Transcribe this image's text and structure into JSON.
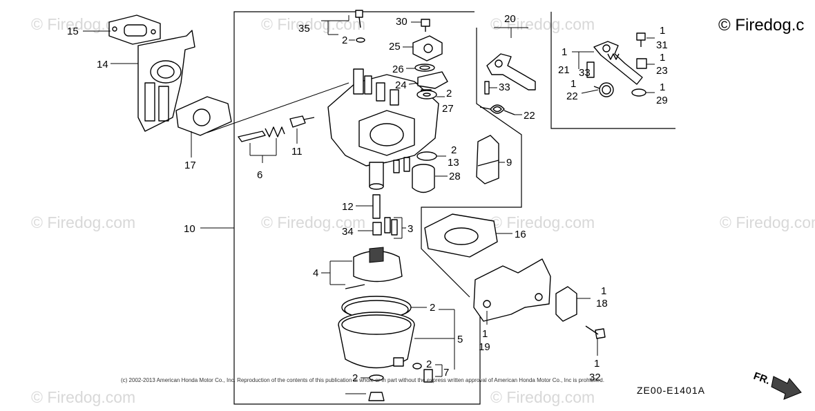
{
  "watermarks": [
    "© Firedog.com",
    "© Firedog.com",
    "© Firedog.com",
    "© Firedog.com",
    "© Firedog.com",
    "© Firedog.com",
    "© Firedog.com",
    "© Firedog.com",
    "© Firedog.com"
  ],
  "brand": "© Firedog.c",
  "copyright": "(c) 2002-2013 American Honda Motor Co., Inc. Reproduction of the contents of this publication in whole or in part without the express written approval of American Honda Motor Co., Inc is prohibited.",
  "diagram_code": "ZE00-E1401A",
  "direction_label": "FR.",
  "callouts": {
    "c1": "1",
    "c2": "2",
    "c3": "3",
    "c4": "4",
    "c5": "5",
    "c6": "6",
    "c7": "7",
    "c9": "9",
    "c10": "10",
    "c11": "11",
    "c12": "12",
    "c13": "13",
    "c14": "14",
    "c15": "15",
    "c16": "16",
    "c17": "17",
    "c18": "18",
    "c19": "19",
    "c20": "20",
    "c21": "21",
    "c22": "22",
    "c23": "23",
    "c24": "24",
    "c25": "25",
    "c26": "26",
    "c27": "27",
    "c28": "28",
    "c29": "29",
    "c30": "30",
    "c31": "31",
    "c32": "32",
    "c33": "33",
    "c34": "34",
    "c35": "35"
  }
}
